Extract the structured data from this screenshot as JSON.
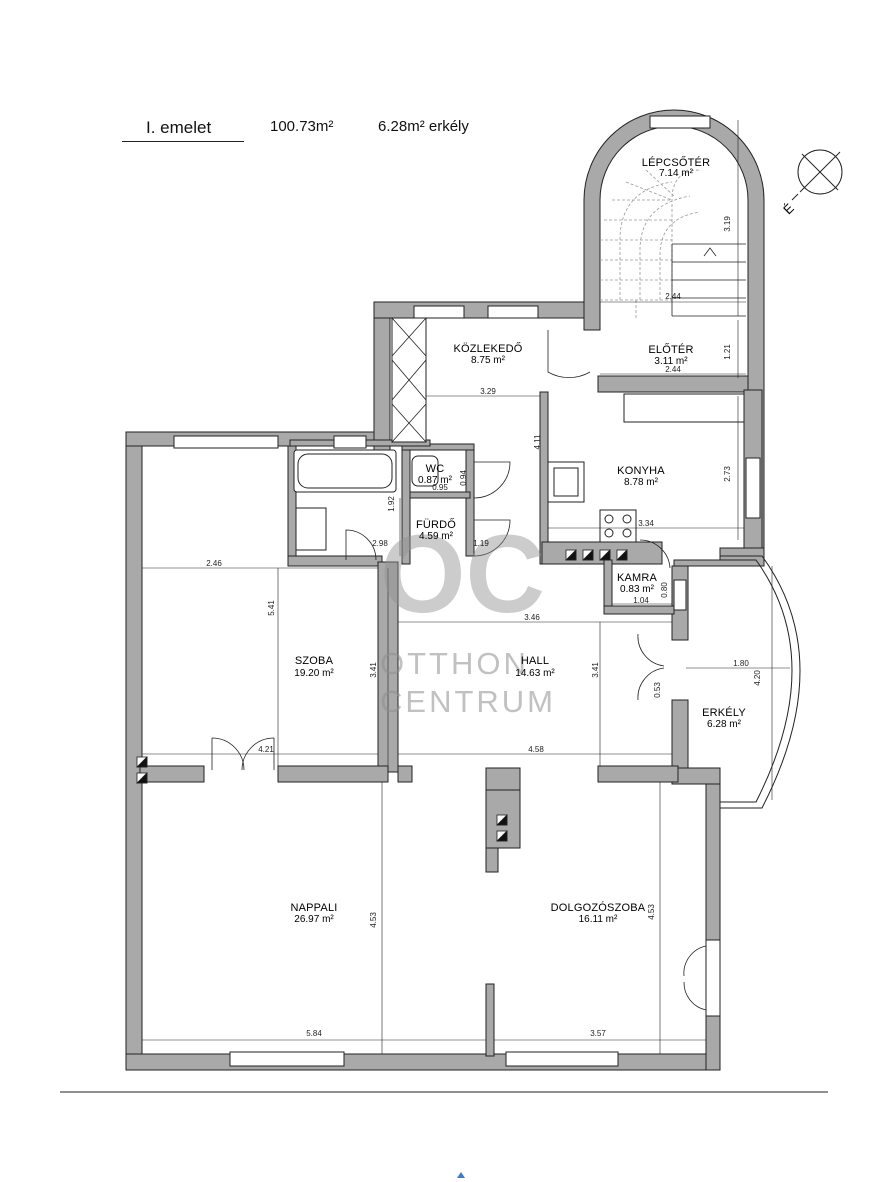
{
  "header": {
    "floor": "I. emelet",
    "total_area": "100.73m²",
    "balcony": "6.28m² erkély"
  },
  "compass_label": "É",
  "watermark": {
    "logo": "OC",
    "line1": "OTTHON",
    "line2": "CENTRUM"
  },
  "rooms": [
    {
      "name": "LÉPCSŐTÉR",
      "area": "7.14 m²"
    },
    {
      "name": "KÖZLEKEDŐ",
      "area": "8.75 m²"
    },
    {
      "name": "ELŐTÉR",
      "area": "3.11 m²"
    },
    {
      "name": "WC",
      "area": "0.87 m²"
    },
    {
      "name": "KONYHA",
      "area": "8.78 m²"
    },
    {
      "name": "FÜRDŐ",
      "area": "4.59 m²"
    },
    {
      "name": "KAMRA",
      "area": "0.83 m²"
    },
    {
      "name": "SZOBA",
      "area": "19.20 m²"
    },
    {
      "name": "HALL",
      "area": "14.63 m²"
    },
    {
      "name": "ERKÉLY",
      "area": "6.28 m²"
    },
    {
      "name": "NAPPALI",
      "area": "26.97 m²"
    },
    {
      "name": "DOLGOZÓSZOBA",
      "area": "16.11 m²"
    }
  ],
  "dimensions": [
    "3.19",
    "2.44",
    "1.21",
    "2.44",
    "3.29",
    "4.11",
    "2.73",
    "0.94",
    "0.95",
    "1.92",
    "2.98",
    "1.19",
    "3.34",
    "0.80",
    "1.04",
    "2.46",
    "5.41",
    "3.46",
    "3.41",
    "3.41",
    "1.80",
    "4.20",
    "0.53",
    "4.21",
    "4.58",
    "4.53",
    "4.53",
    "5.84",
    "3.57"
  ]
}
